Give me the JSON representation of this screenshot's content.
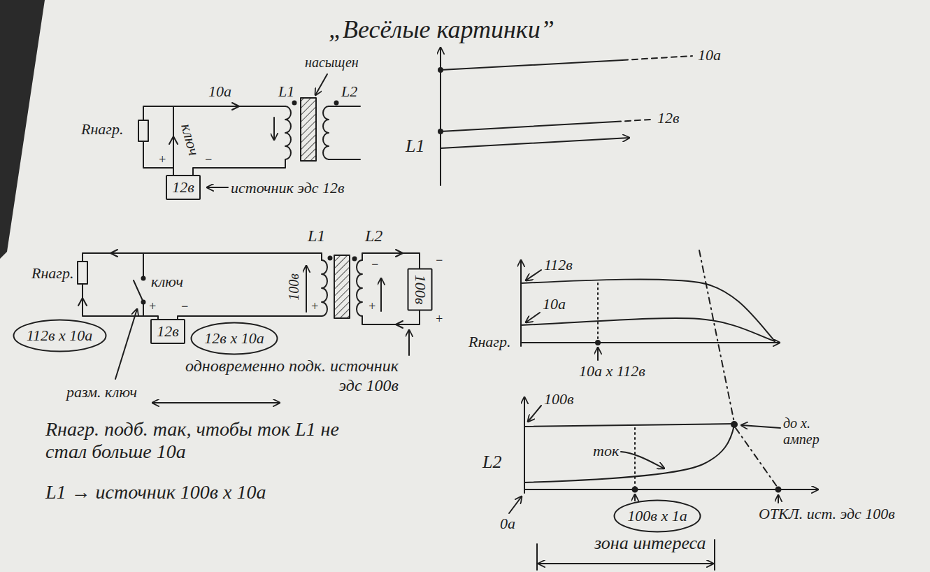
{
  "diagram": {
    "title": "„Весёлые картинки”",
    "nodes": [
      {
        "text": [
          "12в"
        ]
      },
      {
        "text": [
          "112в x 10а"
        ]
      },
      {
        "text": [
          "12в"
        ]
      },
      {
        "text": [
          "12в x 10а"
        ]
      },
      {
        "text": [
          "100в"
        ]
      },
      {
        "text": [
          "100в x 1а"
        ]
      }
    ],
    "labels": [
      "насыщен",
      "10а",
      "L1",
      "L2",
      "Rнагр.",
      "ключ",
      "+",
      "−",
      "источник эдс 12в",
      "10а",
      "12в",
      "L1",
      "L1",
      "L2",
      "Rнагр.",
      "ключ",
      "+",
      "−",
      "100в",
      "+",
      "−",
      "+",
      "−",
      "+",
      "разм. ключ",
      "одновременно подк. источник эдс 100в",
      "112в",
      "10а",
      "Rнагр.",
      "10а x 112в",
      "100в",
      "ток",
      "до х. ампер",
      "L2",
      "0а",
      "ОТКЛ. ист. эдс 100в",
      "зона интереса",
      "Rнагр. подб. так, чтобы ток L1 не стал больше 10а",
      "L1 → источник 100в x 10а"
    ]
  }
}
